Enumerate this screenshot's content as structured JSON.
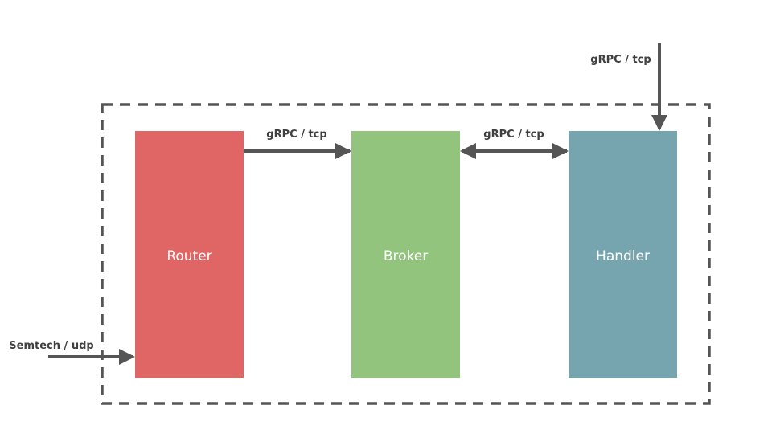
{
  "colors": {
    "router": "#e06666",
    "broker": "#93c47d",
    "handler": "#76a5af",
    "line": "#555555",
    "label": "#404040"
  },
  "nodes": {
    "router": {
      "label": "Router"
    },
    "broker": {
      "label": "Broker"
    },
    "handler": {
      "label": "Handler"
    }
  },
  "edges": {
    "router_to_broker": {
      "label": "gRPC / tcp"
    },
    "broker_handler": {
      "label": "gRPC / tcp"
    },
    "external_to_handler": {
      "label": "gRPC / tcp"
    },
    "external_to_router": {
      "label": "Semtech / udp"
    }
  }
}
